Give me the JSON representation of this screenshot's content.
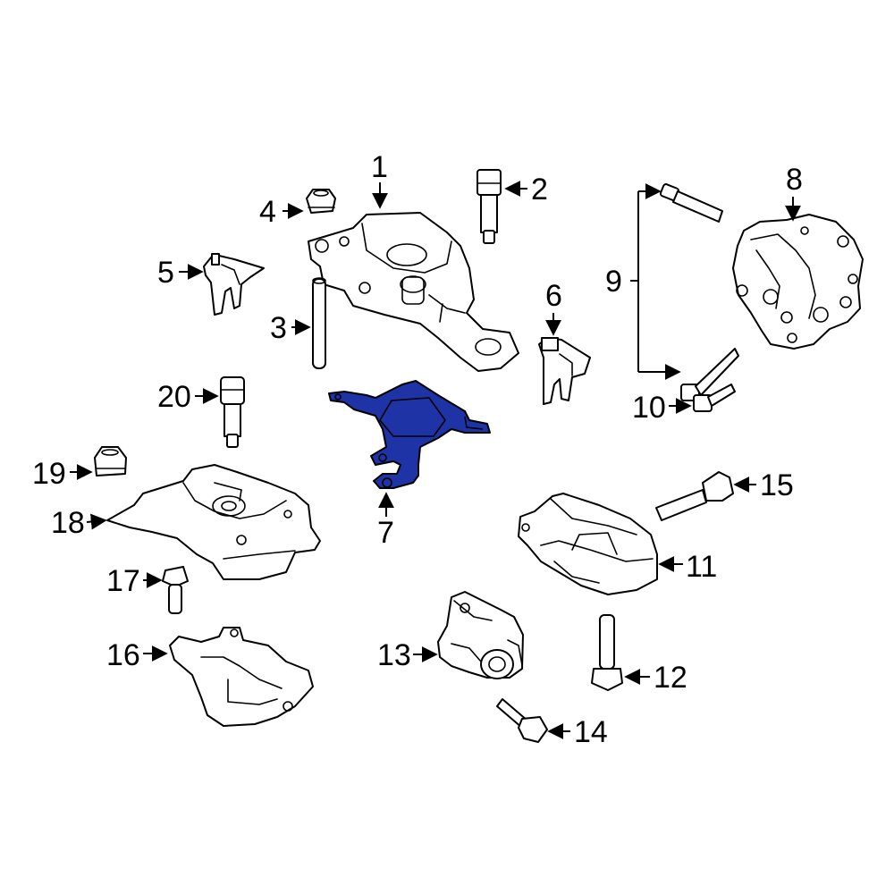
{
  "diagram": {
    "highlight_color": "#1d33a6",
    "highlighted_part": "7",
    "callouts": {
      "c1": "1",
      "c2": "2",
      "c3": "3",
      "c4": "4",
      "c5": "5",
      "c6": "6",
      "c7": "7",
      "c8": "8",
      "c9": "9",
      "c10": "10",
      "c11": "11",
      "c12": "12",
      "c13": "13",
      "c14": "14",
      "c15": "15",
      "c16": "16",
      "c17": "17",
      "c18": "18",
      "c19": "19",
      "c20": "20"
    }
  }
}
